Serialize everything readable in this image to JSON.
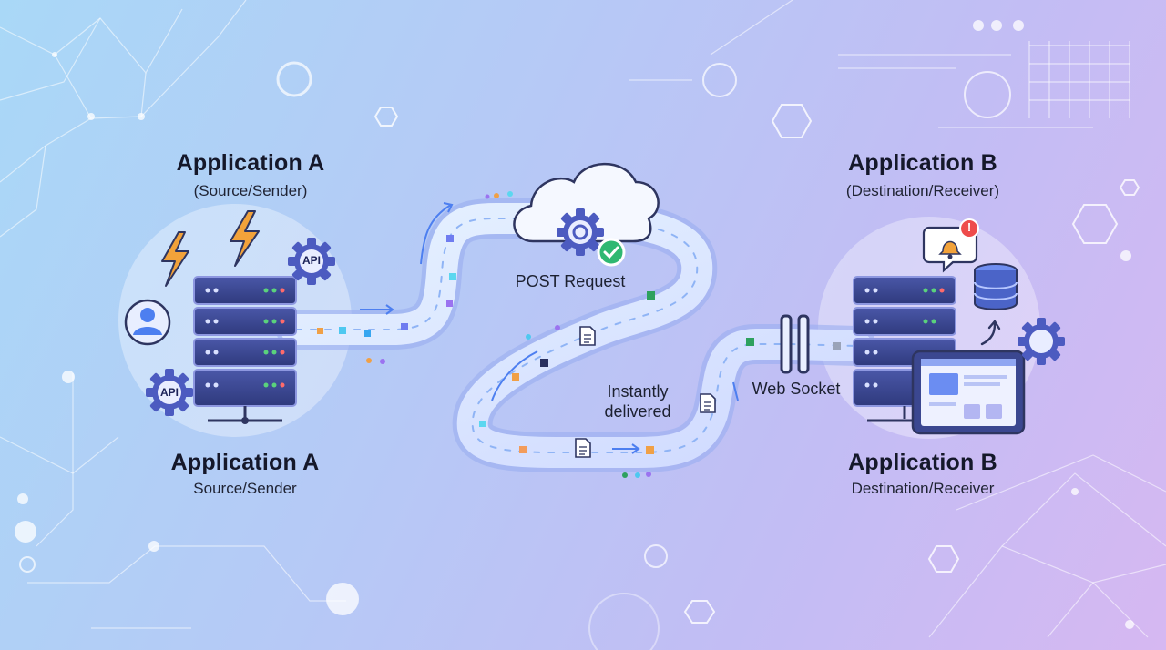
{
  "app_a": {
    "title_top": "Application A",
    "subtitle_top": "(Source/Sender)",
    "title_bottom": "Application A",
    "subtitle_bottom": "Source/Sender",
    "badge_1": "API",
    "badge_2": "API"
  },
  "app_b": {
    "title_top": "Application B",
    "subtitle_top": "(Destination/Receiver)",
    "title_bottom": "Application B",
    "subtitle_bottom": "Destination/Receiver",
    "alert_mark": "!"
  },
  "flow": {
    "post_request": "POST Request",
    "instantly_line1": "Instantly",
    "instantly_line2": "delivered",
    "web_socket": "Web Socket"
  },
  "colors": {
    "server": "#3b4790",
    "server_edge": "#7e8ad8",
    "gear": "#4c5bc0",
    "bolt": "#f2a23a",
    "pipe": "#dbe8ff",
    "check": "#2fb872"
  }
}
